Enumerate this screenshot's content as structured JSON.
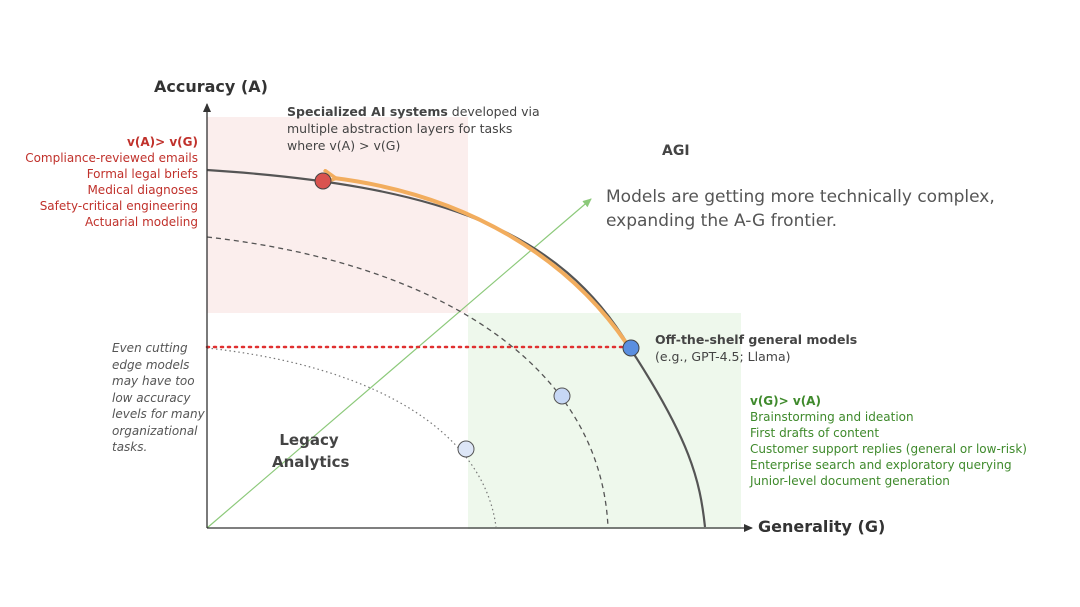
{
  "axes": {
    "y_title": "Accuracy (A)",
    "x_title": "Generality (G)"
  },
  "specialized": {
    "title_bold": "Specialized AI systems",
    "title_rest": " developed via",
    "line2": "multiple abstraction layers for tasks",
    "line3": "where v(A) > v(G)"
  },
  "accuracy_tasks": {
    "heading": "v(A)> v(G)",
    "items": [
      "Compliance-reviewed emails",
      "Formal legal briefs",
      "Medical diagnoses",
      "Safety-critical engineering",
      "Actuarial modeling"
    ]
  },
  "agi_label": "AGI",
  "frontier_message": {
    "line1": "Models are getting more technically complex,",
    "line2": "expanding the A-G frontier."
  },
  "general_models": {
    "title": "Off-the-shelf general models",
    "subtitle": "(e.g., GPT-4.5; Llama)"
  },
  "generality_tasks": {
    "heading": "v(G)> v(A)",
    "items": [
      "Brainstorming and ideation",
      "First drafts of content",
      "Customer support replies (general or low-risk)",
      "Enterprise search and exploratory querying",
      "Junior-level document generation"
    ]
  },
  "cutting_edge_note": {
    "lines": [
      "Even cutting",
      "edge models",
      "may have too",
      "low accuracy",
      "levels for many",
      "organizational",
      "tasks."
    ]
  },
  "legacy": {
    "line1": "Legacy",
    "line2": "Analytics"
  },
  "colors": {
    "accuracy_zone": "#fbeeed",
    "generality_zone": "#eef8ec",
    "arrow": "#f2ad5e",
    "red_dot": "#d9534f",
    "blue_dot": "#5b8fe0",
    "light_blue_dot": "#c7d8f5",
    "red_text": "#c0312b",
    "green_text": "#3f8a2c",
    "diagonal": "#8cc97a"
  }
}
